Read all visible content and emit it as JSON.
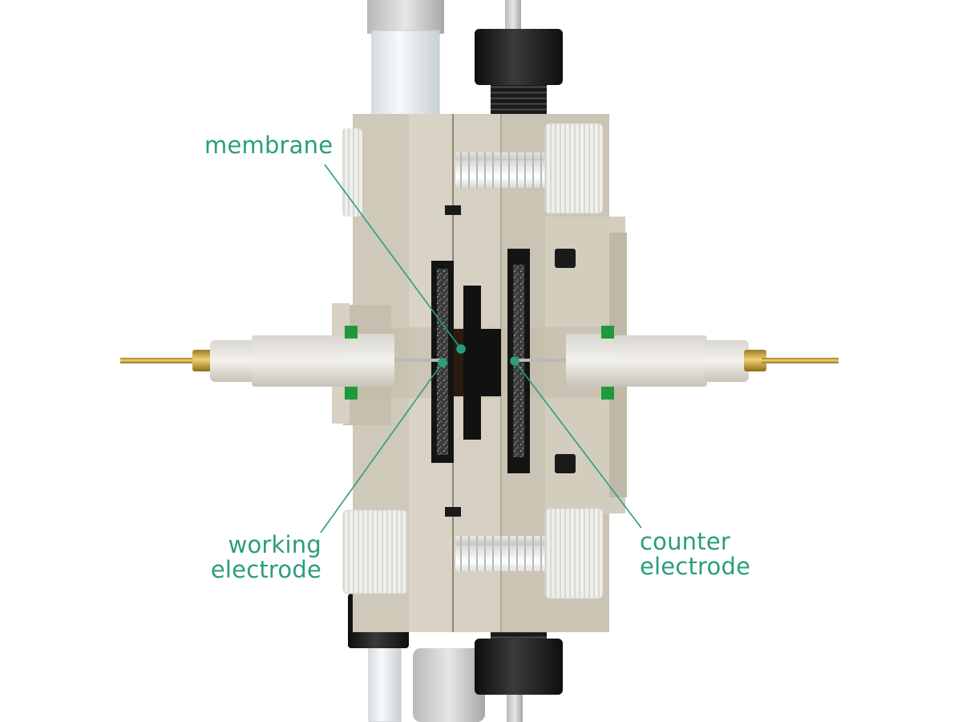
{
  "labels": {
    "membrane": "membrane",
    "working_line1": "working",
    "working_line2": "electrode",
    "counter_line1": "counter",
    "counter_line2": "electrode"
  },
  "colors": {
    "annotation": "#2a9d7e",
    "body": "#cdc7b8",
    "body_light": "#ddd8cb",
    "body_shadow": "#a9a293",
    "cap_white": "#f1f1ef",
    "cap_black": "#1b1b1b",
    "gold": "#d9b648",
    "gasket_green": "#1e9a3c",
    "carbon": "#111111"
  },
  "icons": [
    "flow-cell-icon",
    "gold-pin-icon",
    "black-fitting-icon",
    "white-screw-icon"
  ]
}
